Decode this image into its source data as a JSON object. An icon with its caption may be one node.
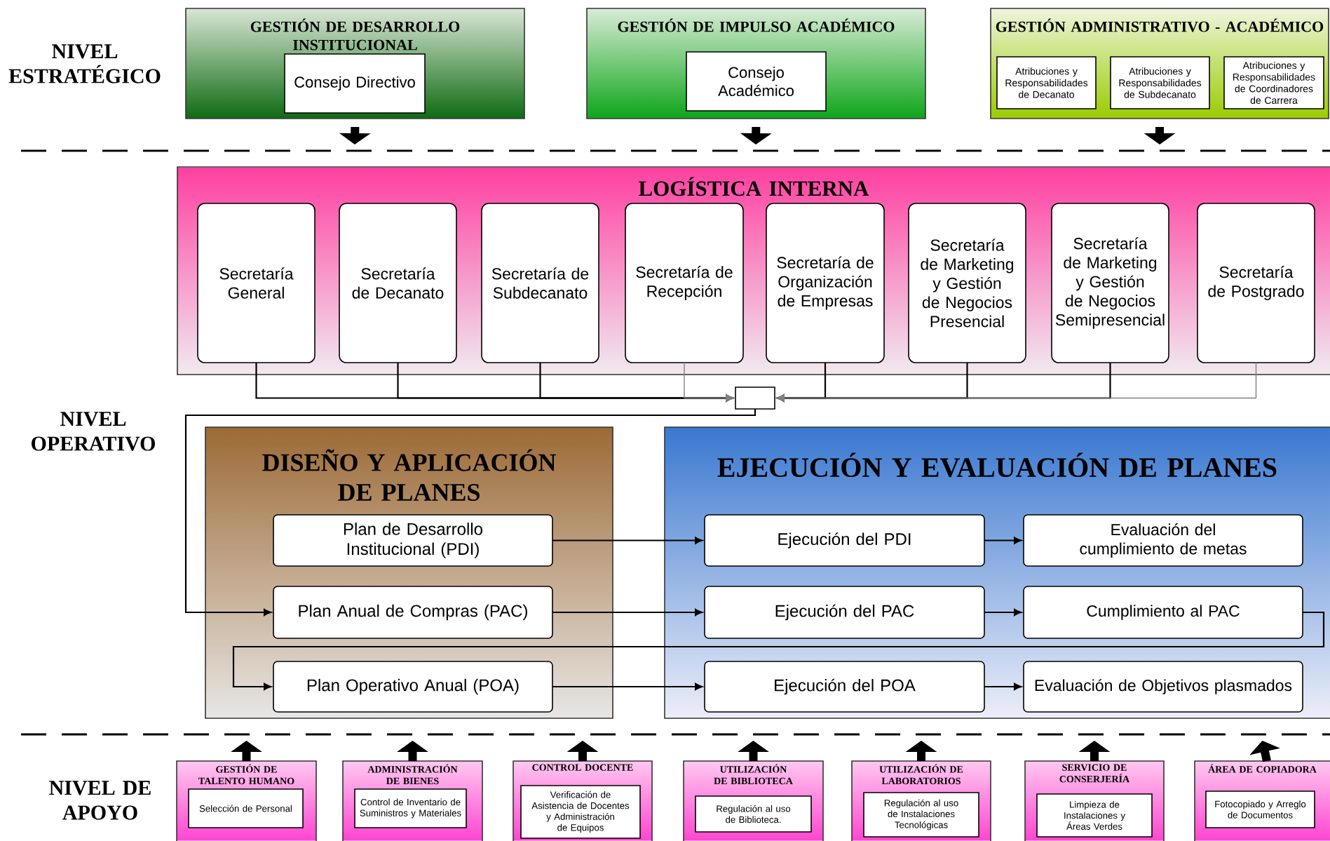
{
  "diagram": {
    "nodes": [
      {
        "text": [
          "GESTIÓN DE DESARROLLO INSTITUCIONAL"
        ]
      },
      {
        "text": [
          "Consejo Directivo"
        ],
        "in": 0
      },
      {
        "text": [
          "GESTIÓN DE IMPULSO ACADÉMICO"
        ]
      },
      {
        "text": [
          "Consejo Académico"
        ],
        "in": 2
      },
      {
        "text": [
          "GESTIÓN ADMINISTRATIVO - ACADÉMICO"
        ]
      },
      {
        "text": [
          "Atribuciones y Responsabilidades de Decanato"
        ],
        "in": 4
      },
      {
        "text": [
          "Atribuciones y Responsabilidades de Subdecanato"
        ],
        "in": 4
      },
      {
        "text": [
          "Atribuciones y Responsabilidades de Coordinadores de Carrera"
        ],
        "in": 4
      },
      {
        "text": [
          "LOGÍSTICA INTERNA"
        ]
      },
      {
        "text": [
          "Secretaría General"
        ],
        "in": 8
      },
      {
        "text": [
          "Secretaría de Decanato"
        ],
        "in": 8
      },
      {
        "text": [
          "Secretaría de Subdecanato"
        ],
        "in": 8
      },
      {
        "text": [
          "Secretaría de Recepción"
        ],
        "in": 8
      },
      {
        "text": [
          "Secretaría de Organización de Empresas"
        ],
        "in": 8
      },
      {
        "text": [
          "Secretaría de Marketing y Gestión de Negocios Presencial"
        ],
        "in": 8
      },
      {
        "text": [
          "Secretaría de Marketing y Gestión de Negocios Semipresencial"
        ],
        "in": 8
      },
      {
        "text": [
          "Secretaría de Postgrado"
        ],
        "in": 8
      },
      {
        "text": [],
        "shape": "box"
      },
      {
        "text": [
          "DISEÑO Y APLICACIÓN DE PLANES"
        ]
      },
      {
        "text": [
          "Plan de Desarrollo Institucional (PDI)"
        ],
        "in": 18
      },
      {
        "text": [
          "Plan Anual de Compras (PAC)"
        ],
        "in": 18
      },
      {
        "text": [
          "Plan Operativo Anual (POA)"
        ],
        "in": 18
      },
      {
        "text": [
          "EJECUCIÓN Y EVALUACIÓN DE PLANES"
        ]
      },
      {
        "text": [
          "Ejecución del PDI"
        ],
        "in": 22
      },
      {
        "text": [
          "Evaluación del cumplimiento de metas"
        ],
        "in": 22
      },
      {
        "text": [
          "Ejecución del PAC"
        ],
        "in": 22
      },
      {
        "text": [
          "Cumplimiento al PAC"
        ],
        "in": 22
      },
      {
        "text": [
          "Ejecución del POA"
        ],
        "in": 22
      },
      {
        "text": [
          "Evaluación de Objetivos plasmados"
        ],
        "in": 22
      },
      {
        "text": [
          "GESTIÓN DE TALENTO HUMANO"
        ]
      },
      {
        "text": [
          "Selección de Personal"
        ],
        "in": 29
      },
      {
        "text": [
          "ADMINISTRACIÓN DE BIENES"
        ]
      },
      {
        "text": [
          "Control de Inventario de Suministros y Materiales"
        ],
        "in": 31
      },
      {
        "text": [
          "CONTROL DOCENTE"
        ]
      },
      {
        "text": [
          "Verificación de Asistencia de Docentes y Administración de Equipos"
        ],
        "in": 33
      },
      {
        "text": [
          "UTILIZACIÓN DE BIBLIOTECA"
        ]
      },
      {
        "text": [
          "Regulación al uso de Biblioteca."
        ],
        "in": 35
      },
      {
        "text": [
          "UTILIZACIÓN DE LABORATORIOS"
        ]
      },
      {
        "text": [
          "Regulación al uso de Instalaciones Tecnológicas"
        ],
        "in": 37
      },
      {
        "text": [
          "SERVICIO DE CONSERJERÍA"
        ]
      },
      {
        "text": [
          "Limpieza de Instalaciones y Áreas Verdes"
        ],
        "in": 39
      },
      {
        "text": [
          "ÁREA DE COPIADORA"
        ]
      },
      {
        "text": [
          "Fotocopiado y Arreglo de Documentos"
        ],
        "in": 41
      }
    ],
    "edges": [
      {
        "from": 0,
        "to": null,
        "arrow": "to",
        "style": "thick"
      },
      {
        "from": 2,
        "to": null,
        "arrow": "to",
        "style": "thick"
      },
      {
        "from": 4,
        "to": null,
        "arrow": "to",
        "style": "thick"
      },
      {
        "from": 9,
        "to": 17,
        "arrow": "to"
      },
      {
        "from": 10,
        "to": 17,
        "arrow": "to"
      },
      {
        "from": 11,
        "to": 17,
        "arrow": "to"
      },
      {
        "from": 12,
        "to": 17,
        "arrow": "to",
        "color": "#808080"
      },
      {
        "from": 13,
        "to": 17,
        "arrow": "to"
      },
      {
        "from": 14,
        "to": 17,
        "arrow": "to"
      },
      {
        "from": 15,
        "to": 17,
        "arrow": "to"
      },
      {
        "from": 16,
        "to": 17,
        "arrow": "to",
        "color": "#808080"
      },
      {
        "from": 17,
        "to": 20,
        "arrow": "to"
      },
      {
        "from": 19,
        "to": 23,
        "arrow": "to"
      },
      {
        "from": 23,
        "to": 24,
        "arrow": "to"
      },
      {
        "from": 20,
        "to": 25,
        "arrow": "to"
      },
      {
        "from": 25,
        "to": 26,
        "arrow": "to"
      },
      {
        "from": 21,
        "to": 27,
        "arrow": "to"
      },
      {
        "from": 27,
        "to": 28,
        "arrow": "to"
      },
      {
        "from": 26,
        "to": 21,
        "arrow": "to"
      },
      {
        "from": 29,
        "to": null,
        "arrow": "to",
        "style": "thick"
      },
      {
        "from": 31,
        "to": null,
        "arrow": "to",
        "style": "thick"
      },
      {
        "from": 33,
        "to": null,
        "arrow": "to",
        "style": "thick"
      },
      {
        "from": 35,
        "to": null,
        "arrow": "to",
        "style": "thick"
      },
      {
        "from": 37,
        "to": null,
        "arrow": "to",
        "style": "thick"
      },
      {
        "from": 39,
        "to": null,
        "arrow": "to",
        "style": "thick"
      },
      {
        "from": 41,
        "to": null,
        "arrow": "to",
        "style": "thick"
      }
    ],
    "labels": [
      "NIVEL ESTRATÉGICO",
      "NIVEL OPERATIVO",
      "NIVEL DE APOYO"
    ]
  }
}
